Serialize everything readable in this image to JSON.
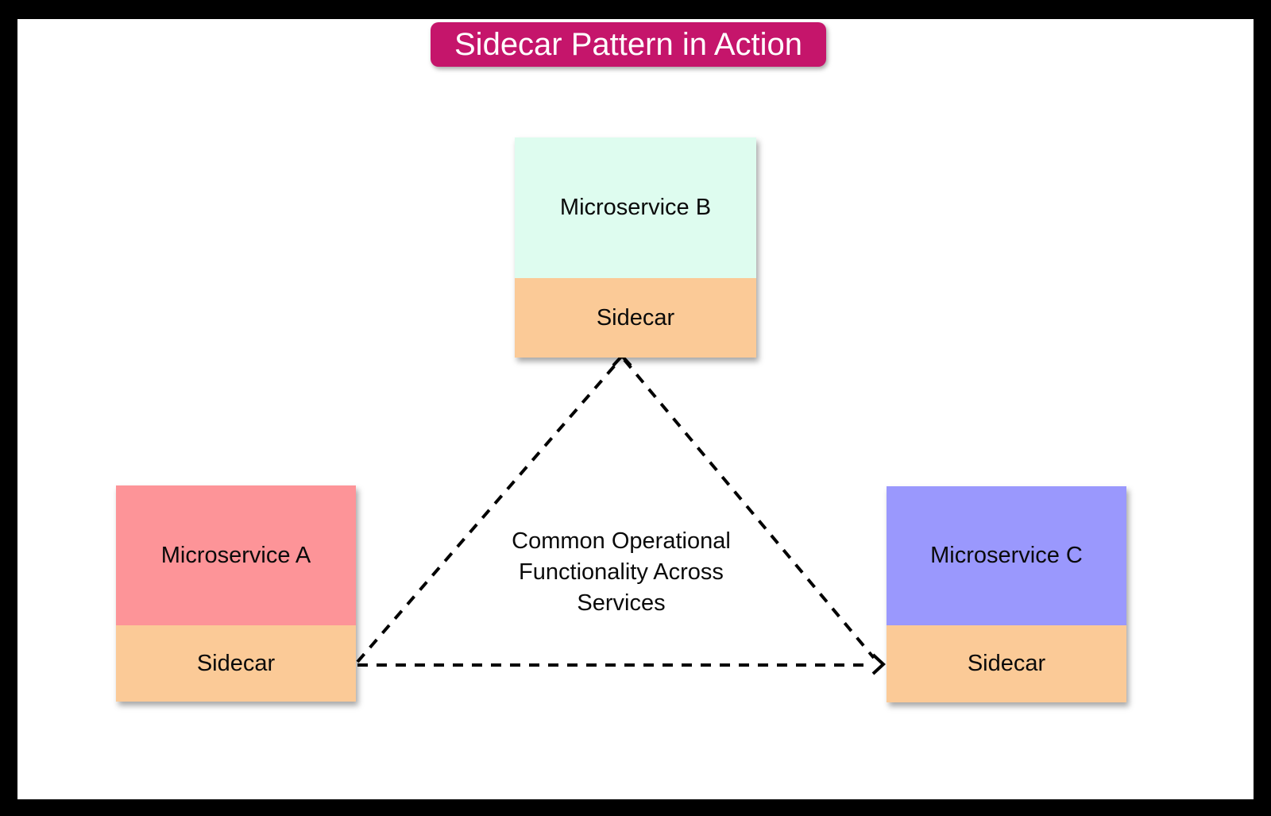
{
  "title": {
    "text": "Sidecar Pattern in Action"
  },
  "colors": {
    "accent": "#C5156B",
    "title_text": "#FFFFFF",
    "service_a": "#FD9498",
    "service_b": "#DEFCEF",
    "service_c": "#9A98FD",
    "sidecar": "#FBCA97",
    "line": "#000000",
    "label_text": "#0A0A0A",
    "canvas": "#FFFFFF",
    "frame": "#000000"
  },
  "boxes": {
    "a": {
      "label": "Microservice A",
      "sidecar": "Sidecar"
    },
    "b": {
      "label": "Microservice B",
      "sidecar": "Sidecar"
    },
    "c": {
      "label": "Microservice C",
      "sidecar": "Sidecar"
    }
  },
  "center_label": {
    "text": "Common Operational Functionality Across Services"
  }
}
